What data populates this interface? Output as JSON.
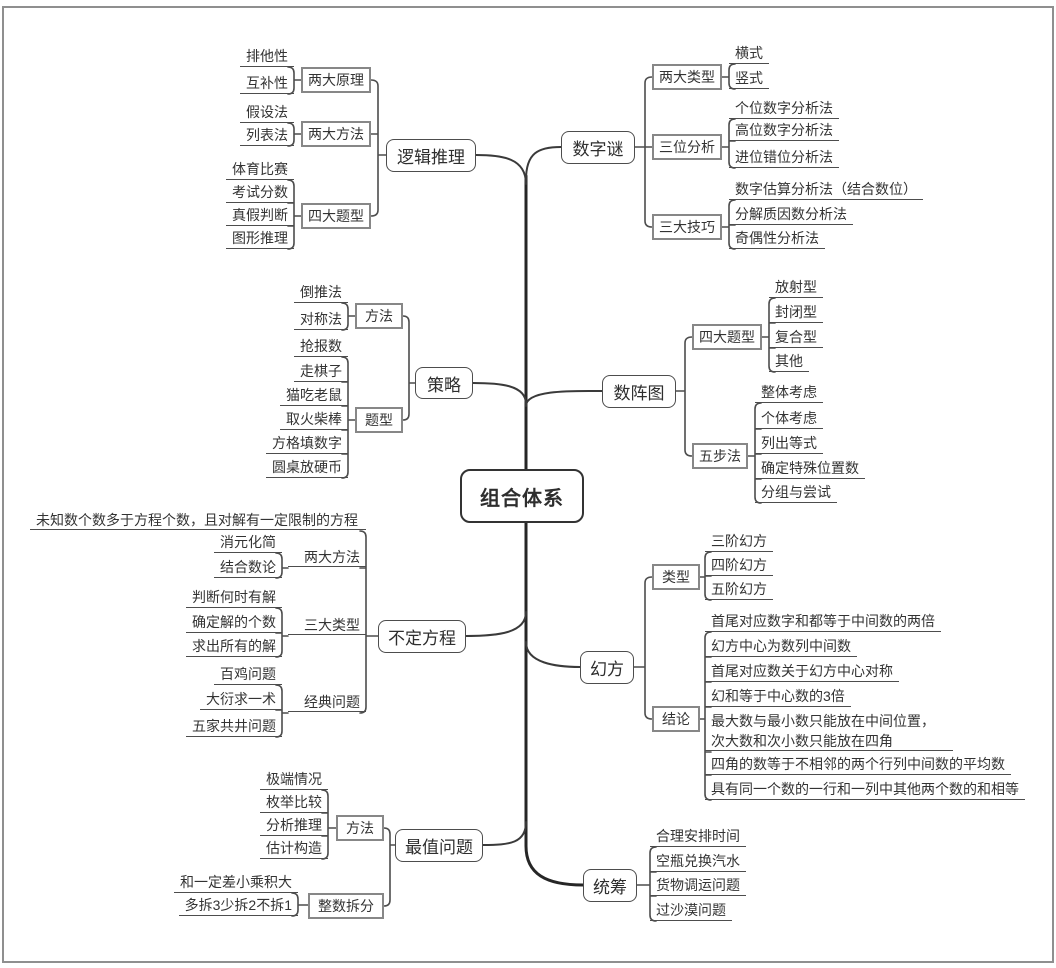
{
  "colors": {
    "background": "#ffffff",
    "trunk_line": "#262626",
    "connector_line": "#4d4d4d",
    "box_border": "#4d4d4d",
    "subbox_border": "#878787",
    "text": "#333333",
    "frame_border": "#8f8f8f"
  },
  "mindmap": {
    "root": {
      "label": "组合体系"
    },
    "left": [
      {
        "label": "逻辑推理",
        "children": [
          {
            "label": "两大原理",
            "children": [
              {
                "label": "排他性"
              },
              {
                "label": "互补性"
              }
            ]
          },
          {
            "label": "两大方法",
            "children": [
              {
                "label": "假设法"
              },
              {
                "label": "列表法"
              }
            ]
          },
          {
            "label": "四大题型",
            "children": [
              {
                "label": "体育比赛"
              },
              {
                "label": "考试分数"
              },
              {
                "label": "真假判断"
              },
              {
                "label": "图形推理"
              }
            ]
          }
        ]
      },
      {
        "label": "策略",
        "children": [
          {
            "label": "方法",
            "children": [
              {
                "label": "倒推法"
              },
              {
                "label": "对称法"
              }
            ]
          },
          {
            "label": "题型",
            "children": [
              {
                "label": "抢报数"
              },
              {
                "label": "走棋子"
              },
              {
                "label": "猫吃老鼠"
              },
              {
                "label": "取火柴棒"
              },
              {
                "label": "方格填数字"
              },
              {
                "label": "圆桌放硬币"
              }
            ]
          }
        ]
      },
      {
        "label": "不定方程",
        "note": "未知数个数多于方程个数，且对解有一定限制的方程",
        "children": [
          {
            "label": "两大方法",
            "children": [
              {
                "label": "消元化简"
              },
              {
                "label": "结合数论"
              }
            ]
          },
          {
            "label": "三大类型",
            "children": [
              {
                "label": "判断何时有解"
              },
              {
                "label": "确定解的个数"
              },
              {
                "label": "求出所有的解"
              }
            ]
          },
          {
            "label": "经典问题",
            "children": [
              {
                "label": "百鸡问题"
              },
              {
                "label": "大衍求一术"
              },
              {
                "label": "五家共井问题"
              }
            ]
          }
        ]
      },
      {
        "label": "最值问题",
        "children": [
          {
            "label": "方法",
            "children": [
              {
                "label": "极端情况"
              },
              {
                "label": "枚举比较"
              },
              {
                "label": "分析推理"
              },
              {
                "label": "估计构造"
              }
            ]
          },
          {
            "label": "整数拆分",
            "children": [
              {
                "label": "和一定差小乘积大"
              },
              {
                "label": "多拆3少拆2不拆1"
              }
            ]
          }
        ]
      }
    ],
    "right": [
      {
        "label": "数字谜",
        "children": [
          {
            "label": "两大类型",
            "children": [
              {
                "label": "横式"
              },
              {
                "label": "竖式"
              }
            ]
          },
          {
            "label": "三位分析",
            "children": [
              {
                "label": "个位数字分析法"
              },
              {
                "label": "高位数字分析法"
              },
              {
                "label": "进位错位分析法"
              }
            ]
          },
          {
            "label": "三大技巧",
            "children": [
              {
                "label": "数字估算分析法（结合数位）"
              },
              {
                "label": "分解质因数分析法"
              },
              {
                "label": "奇偶性分析法"
              }
            ]
          }
        ]
      },
      {
        "label": "数阵图",
        "children": [
          {
            "label": "四大题型",
            "children": [
              {
                "label": "放射型"
              },
              {
                "label": "封闭型"
              },
              {
                "label": "复合型"
              },
              {
                "label": "其他"
              }
            ]
          },
          {
            "label": "五步法",
            "children": [
              {
                "label": "整体考虑"
              },
              {
                "label": "个体考虑"
              },
              {
                "label": "列出等式"
              },
              {
                "label": "确定特殊位置数"
              },
              {
                "label": "分组与尝试"
              }
            ]
          }
        ]
      },
      {
        "label": "幻方",
        "children": [
          {
            "label": "类型",
            "children": [
              {
                "label": "三阶幻方"
              },
              {
                "label": "四阶幻方"
              },
              {
                "label": "五阶幻方"
              }
            ]
          },
          {
            "label": "结论",
            "children": [
              {
                "label": "首尾对应数字和都等于中间数的两倍"
              },
              {
                "label": "幻方中心为数列中间数"
              },
              {
                "label": "首尾对应数关于幻方中心对称"
              },
              {
                "label": "幻和等于中心数的3倍"
              },
              {
                "label": "最大数与最小数只能放在中间位置，次大数和次小数只能放在四角"
              },
              {
                "label": "四角的数等于不相邻的两个行列中间数的平均数"
              },
              {
                "label": "具有同一个数的一行和一列中其他两个数的和相等"
              }
            ]
          }
        ]
      },
      {
        "label": "统筹",
        "children": [
          {
            "label": "合理安排时间"
          },
          {
            "label": "空瓶兑换汽水"
          },
          {
            "label": "货物调运问题"
          },
          {
            "label": "过沙漠问题"
          }
        ]
      }
    ]
  }
}
